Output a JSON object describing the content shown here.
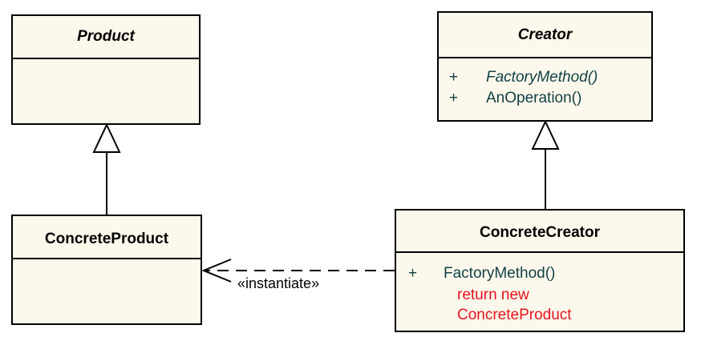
{
  "classes": {
    "product": {
      "name": "Product"
    },
    "creator": {
      "name": "Creator",
      "operations": [
        {
          "visibility": "+",
          "name": "FactoryMethod()"
        },
        {
          "visibility": "+",
          "name": "AnOperation()"
        }
      ]
    },
    "concrete_product": {
      "name": "ConcreteProduct"
    },
    "concrete_creator": {
      "name": "ConcreteCreator",
      "operations": [
        {
          "visibility": "+",
          "name": "FactoryMethod()"
        }
      ],
      "code_lines": [
        "return new",
        "ConcreteProduct"
      ]
    }
  },
  "relations": {
    "dependency_stereotype": "«instantiate»"
  },
  "colors": {
    "class_fill": "#fdf8ec",
    "operation_text": "#0f3f45",
    "code_text": "#e8141e"
  }
}
